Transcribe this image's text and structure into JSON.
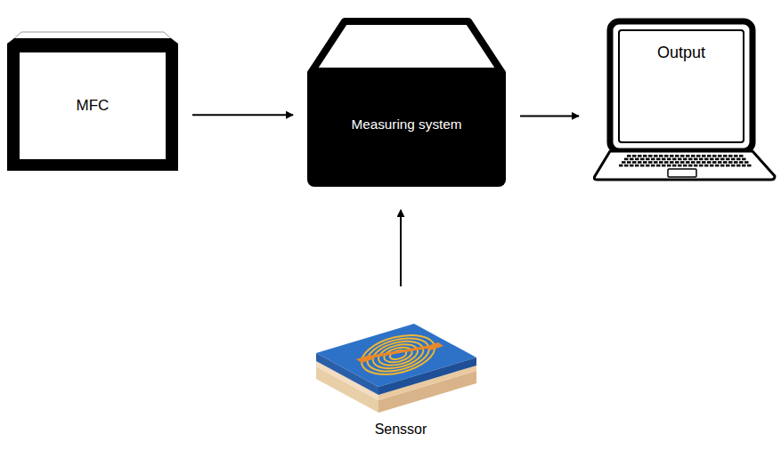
{
  "diagram": {
    "nodes": [
      {
        "text": [
          "MFC"
        ]
      },
      {
        "text": [
          "Measuring system"
        ]
      },
      {
        "text": [
          "Output"
        ]
      },
      {
        "text": [
          "Senssor"
        ]
      }
    ],
    "edges": [
      {
        "from": 0,
        "to": 1,
        "arrow": "to"
      },
      {
        "from": 1,
        "to": 2,
        "arrow": "to"
      },
      {
        "from": 3,
        "to": 1,
        "arrow": "to"
      }
    ]
  }
}
